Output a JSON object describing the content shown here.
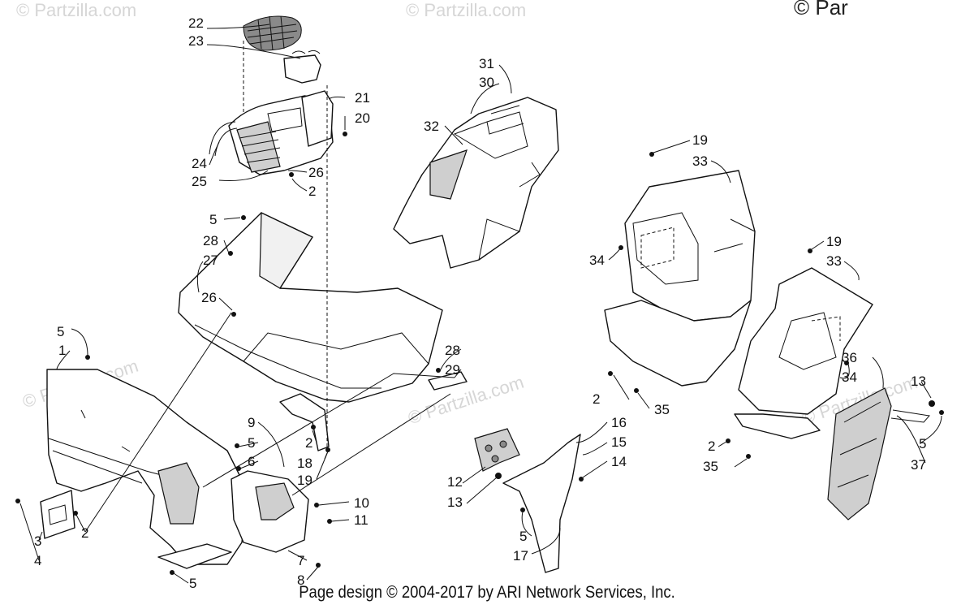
{
  "watermark": {
    "text_top_left": "© Partzilla.com",
    "text_top_mid": "© Partzilla.com",
    "text_left": "© Partzilla.com",
    "text_center": "© Partzilla.com",
    "text_right": "© Partzilla.com",
    "corner": "© Par"
  },
  "footer": "Page design © 2004-2017 by ARI Network Services, Inc.",
  "callouts": {
    "c1": "1",
    "c2a": "2",
    "c2b": "2",
    "c2c": "2",
    "c2d": "2",
    "c2e": "2",
    "c3": "3",
    "c4": "4",
    "c5a": "5",
    "c5b": "5",
    "c5c": "5",
    "c5d": "5",
    "c5e": "5",
    "c5f": "5",
    "c6": "6",
    "c7": "7",
    "c8": "8",
    "c9": "9",
    "c10": "10",
    "c11": "11",
    "c12": "12",
    "c13a": "13",
    "c13b": "13",
    "c14": "14",
    "c15": "15",
    "c16": "16",
    "c17": "17",
    "c18": "18",
    "c19a": "19",
    "c19b": "19",
    "c19c": "19",
    "c20": "20",
    "c21": "21",
    "c22": "22",
    "c23": "23",
    "c24": "24",
    "c25": "25",
    "c26a": "26",
    "c26b": "26",
    "c27": "27",
    "c28a": "28",
    "c28b": "28",
    "c29": "29",
    "c30": "30",
    "c31": "31",
    "c32": "32",
    "c33a": "33",
    "c33b": "33",
    "c34a": "34",
    "c34b": "34",
    "c35a": "35",
    "c35b": "35",
    "c36": "36",
    "c37": "37"
  }
}
